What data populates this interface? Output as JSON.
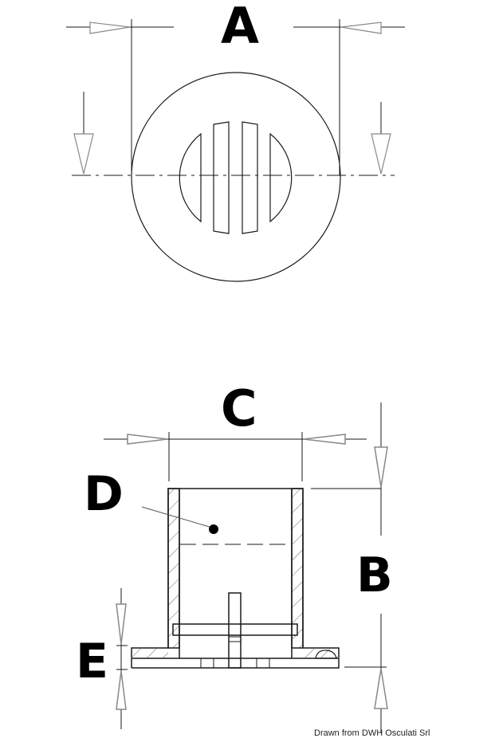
{
  "diagram": {
    "type": "technical-drawing",
    "views": [
      {
        "name": "top-view",
        "description": "circular grille with four vertical slots"
      },
      {
        "name": "section-view",
        "description": "cylindrical body with flange, cross-section"
      }
    ],
    "dimensions": {
      "A": {
        "label": "A",
        "meaning": "outer diameter (top view)"
      },
      "B": {
        "label": "B",
        "meaning": "overall height"
      },
      "C": {
        "label": "C",
        "meaning": "body outer diameter"
      },
      "D": {
        "label": "D",
        "meaning": "hole / inner diameter callout"
      },
      "E": {
        "label": "E",
        "meaning": "flange thickness"
      }
    },
    "credit": "Drawn from DWH Osculati Srl",
    "colors": {
      "line": "#1a1a1a",
      "arrow": "#888888",
      "background": "#ffffff"
    }
  }
}
